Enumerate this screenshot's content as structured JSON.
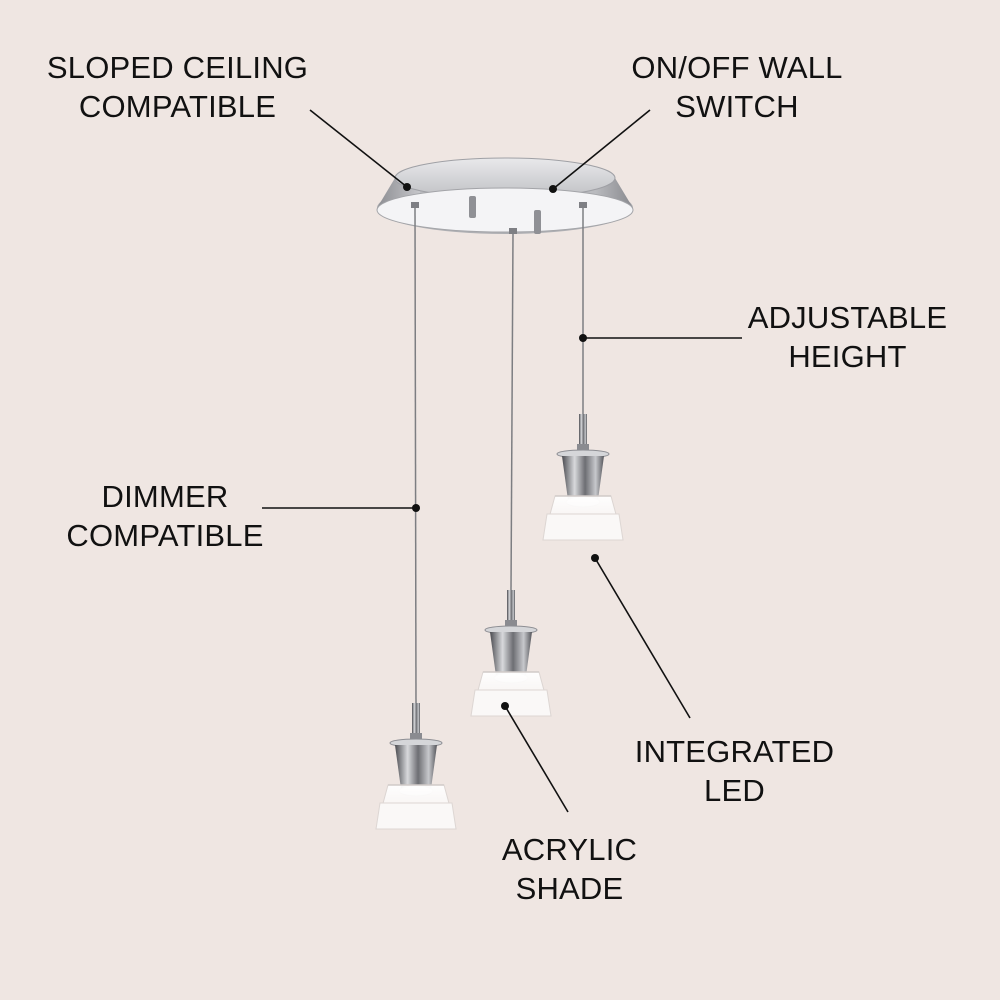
{
  "labels": {
    "sloped_ceiling": {
      "line1": "SLOPED CEILING",
      "line2": "COMPATIBLE"
    },
    "wall_switch": {
      "line1": "ON/OFF WALL",
      "line2": "SWITCH"
    },
    "adjustable_height": {
      "line1": "ADJUSTABLE",
      "line2": "HEIGHT"
    },
    "dimmer": {
      "line1": "DIMMER",
      "line2": "COMPATIBLE"
    },
    "integrated_led": {
      "line1": "INTEGRATED",
      "line2": "LED"
    },
    "acrylic_shade": {
      "line1": "ACRYLIC",
      "line2": "SHADE"
    }
  },
  "colors": {
    "background": "#efe6e2",
    "text": "#111111",
    "chrome": "#c9c9cc"
  }
}
